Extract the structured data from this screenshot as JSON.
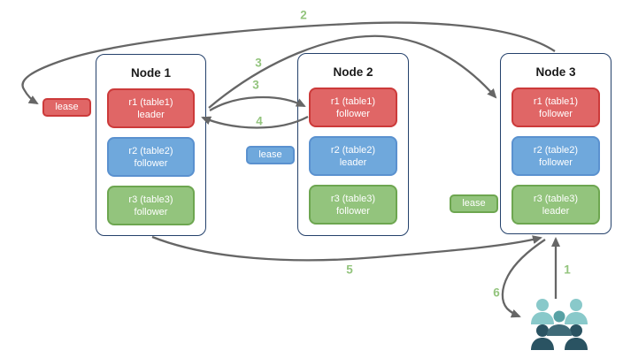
{
  "nodes": [
    {
      "title": "Node 1",
      "replicas": [
        {
          "line1": "r1 (table1)",
          "line2": "leader",
          "color": "red"
        },
        {
          "line1": "r2 (table2)",
          "line2": "follower",
          "color": "blue"
        },
        {
          "line1": "r3 (table3)",
          "line2": "follower",
          "color": "green"
        }
      ]
    },
    {
      "title": "Node 2",
      "replicas": [
        {
          "line1": "r1 (table1)",
          "line2": "follower",
          "color": "red"
        },
        {
          "line1": "r2 (table2)",
          "line2": "leader",
          "color": "blue"
        },
        {
          "line1": "r3 (table3)",
          "line2": "follower",
          "color": "green"
        }
      ]
    },
    {
      "title": "Node 3",
      "replicas": [
        {
          "line1": "r1 (table1)",
          "line2": "follower",
          "color": "red"
        },
        {
          "line1": "r2 (table2)",
          "line2": "follower",
          "color": "blue"
        },
        {
          "line1": "r3 (table3)",
          "line2": "leader",
          "color": "green"
        }
      ]
    }
  ],
  "leases": {
    "red": {
      "label": "lease"
    },
    "blue": {
      "label": "lease"
    },
    "green": {
      "label": "lease"
    }
  },
  "steps": {
    "s1": "1",
    "s2": "2",
    "s3a": "3",
    "s3b": "3",
    "s4": "4",
    "s5": "5",
    "s6": "6"
  },
  "arrows": [
    {
      "number": "1",
      "from": "users group",
      "to": "Node 3 (bottom)"
    },
    {
      "number": "2",
      "from": "Node 3 (top)",
      "to": "lease (red) beside Node 1"
    },
    {
      "number": "3",
      "from": "Node 1 r1 leader",
      "to": "Node 3 r1 follower"
    },
    {
      "number": "3",
      "from": "Node 1 r1 leader",
      "to": "Node 2 r1 follower"
    },
    {
      "number": "4",
      "from": "Node 2 r1 follower",
      "to": "Node 1 r1 leader"
    },
    {
      "number": "5",
      "from": "Node 1 (bottom)",
      "to": "Node 3 (bottom)"
    },
    {
      "number": "6",
      "from": "Node 3 (bottom)",
      "to": "users group"
    }
  ],
  "icons": {
    "users": "users-group-icon"
  },
  "colors": {
    "red_fill": "#e06666",
    "red_border": "#cc3a3a",
    "blue_fill": "#6fa8dc",
    "blue_border": "#5a91cf",
    "green_fill": "#93c47d",
    "green_border": "#6da650",
    "node_border": "#24416b",
    "arrow": "#666666",
    "step_number": "#93c47d",
    "users_light": "#89c9ca",
    "users_mid_head": "#57a1a4",
    "users_mid_body": "#3f6b78",
    "users_dark": "#2a5362"
  }
}
